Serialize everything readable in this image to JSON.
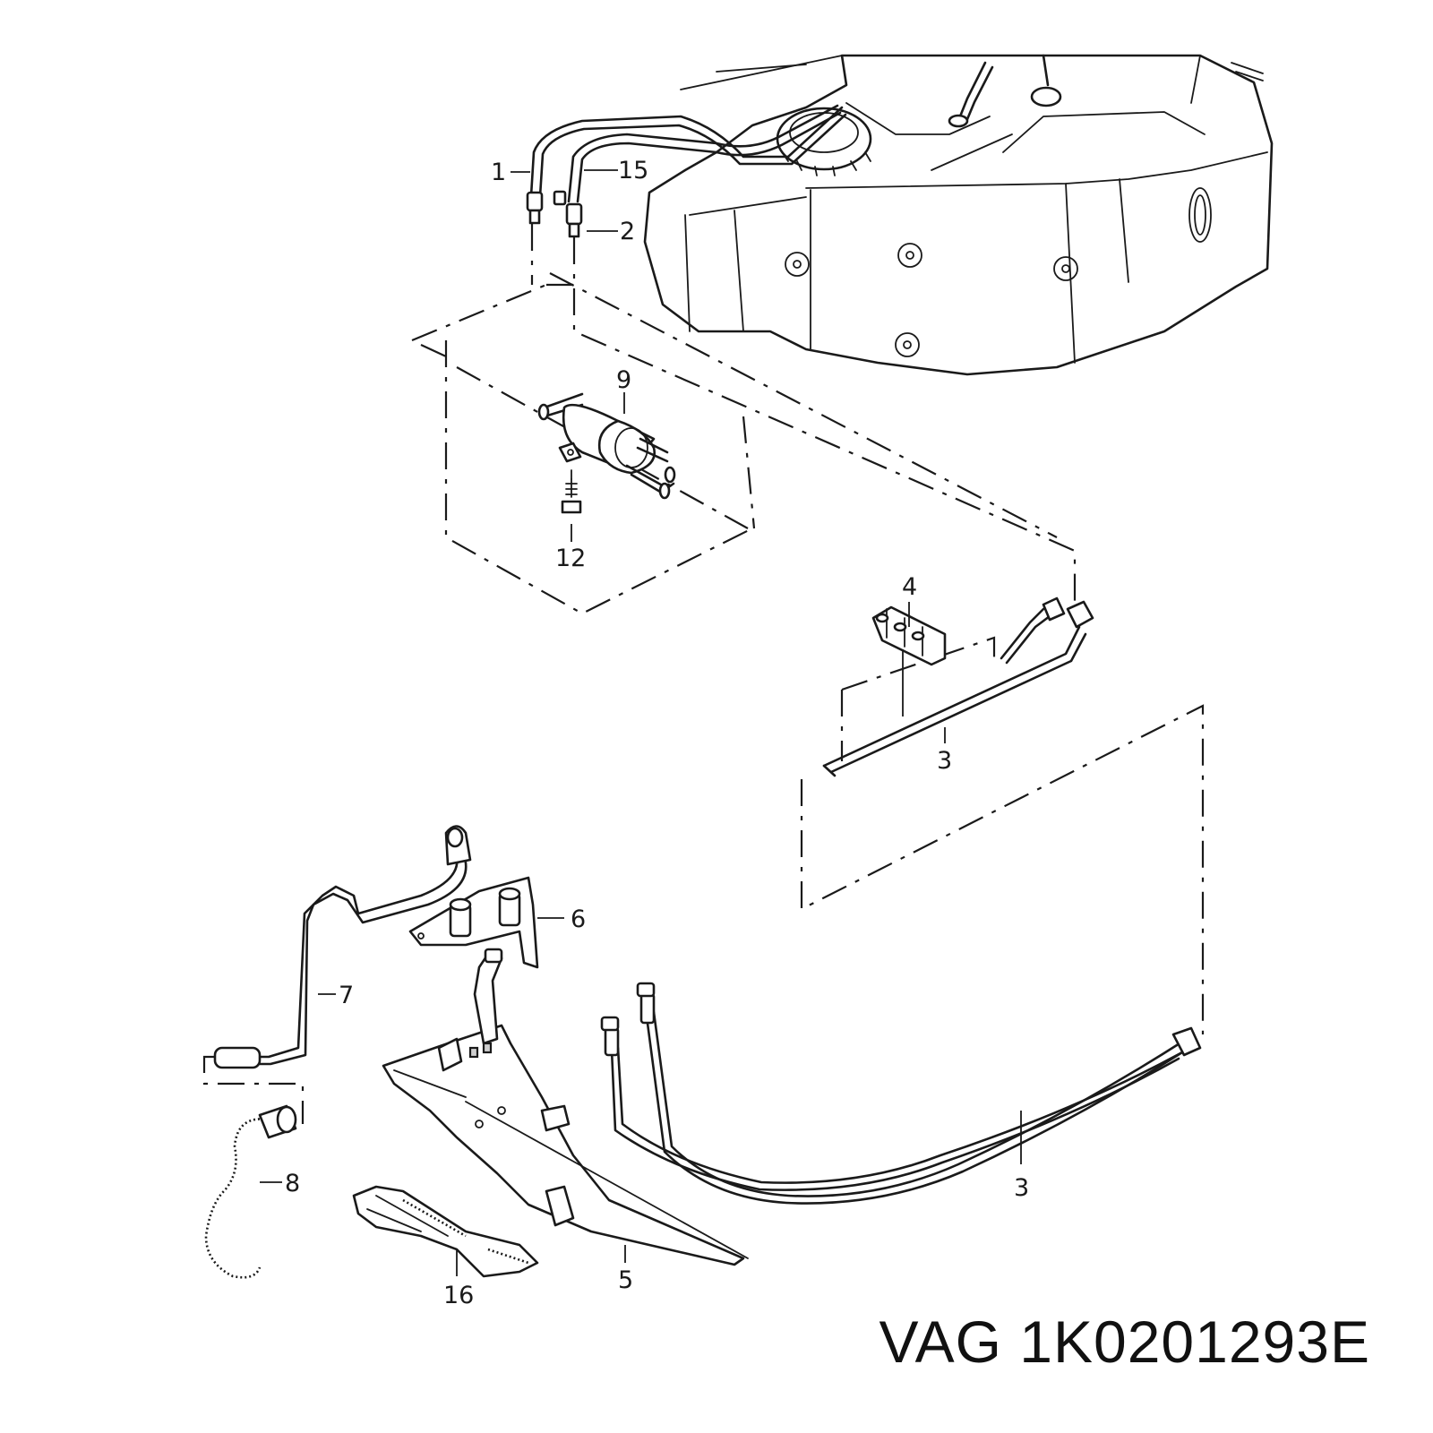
{
  "caption": {
    "brand": "VAG",
    "part_number": "1K0201293E"
  },
  "callouts": {
    "c1": "1",
    "c2": "2",
    "c3a": "3",
    "c3b": "3",
    "c4": "4",
    "c5": "5",
    "c6": "6",
    "c7": "7",
    "c8": "8",
    "c9": "9",
    "c12": "12",
    "c15": "15",
    "c16": "16"
  },
  "colors": {
    "line": "#1a1a1a",
    "background": "#ffffff"
  }
}
